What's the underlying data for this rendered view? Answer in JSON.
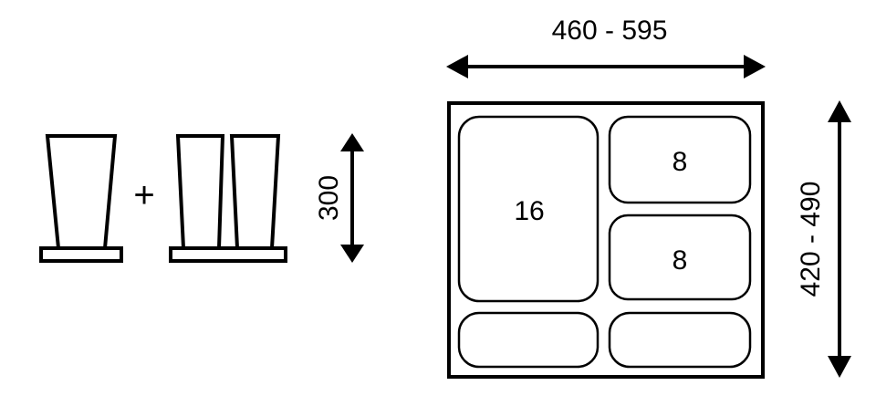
{
  "diagram": {
    "height_label": "300",
    "width_label": "460 - 595",
    "depth_label": "420 - 490",
    "plus_sign": "+",
    "compartments": [
      {
        "label": "16"
      },
      {
        "label": "8"
      },
      {
        "label": "8"
      },
      {
        "label": ""
      },
      {
        "label": ""
      }
    ],
    "colors": {
      "stroke": "#000000",
      "background": "#ffffff"
    }
  }
}
